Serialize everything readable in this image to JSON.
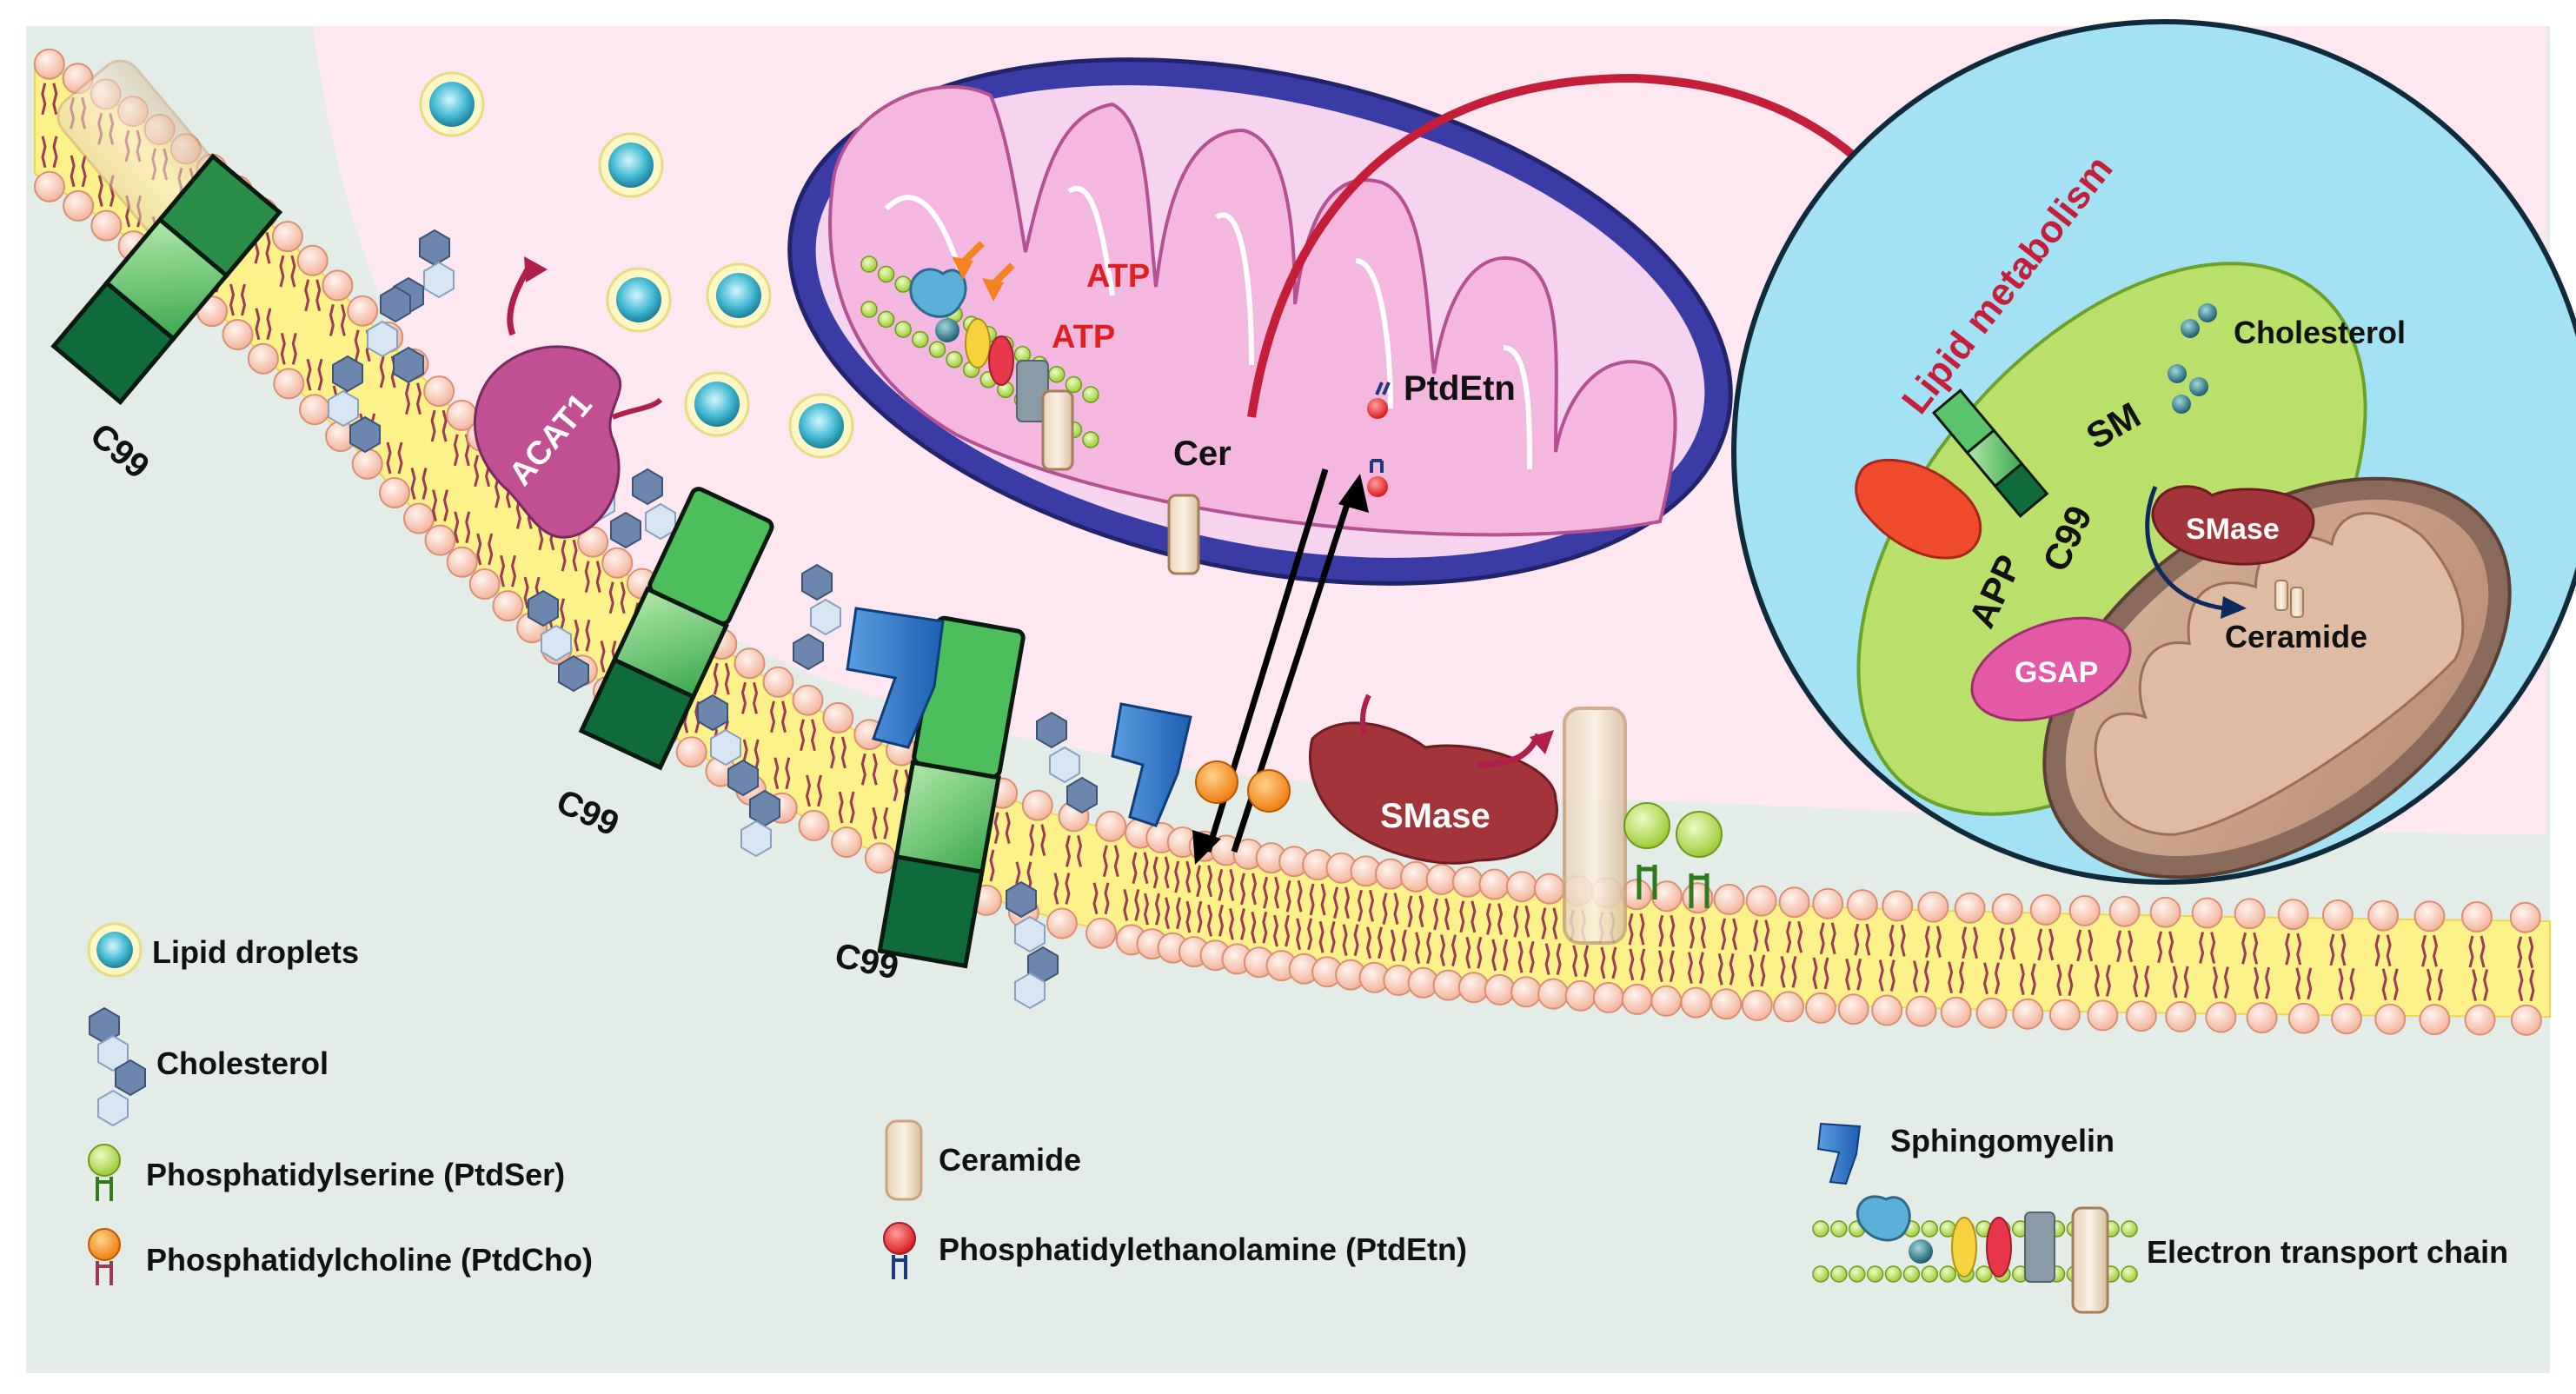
{
  "diagram": {
    "labels": {
      "c99": "C99",
      "acat1": "ACAT1",
      "atp": "ATP",
      "cer": "Cer",
      "ptdetn": "PtdEtn",
      "smase": "SMase"
    },
    "inset": {
      "title": "Lipid metabolism",
      "cholesterol": "Cholesterol",
      "sm": "SM",
      "app": "APP",
      "c99": "C99",
      "smase": "SMase",
      "ceramide": "Ceramide",
      "gsap": "GSAP"
    },
    "legend": [
      {
        "id": "lipid-droplets",
        "label": "Lipid droplets"
      },
      {
        "id": "cholesterol",
        "label": "Cholesterol"
      },
      {
        "id": "ptdser",
        "label": "Phosphatidylserine (PtdSer)"
      },
      {
        "id": "ptdcho",
        "label": "Phosphatidylcholine (PtdCho)"
      },
      {
        "id": "ceramide",
        "label": "Ceramide"
      },
      {
        "id": "ptdetn",
        "label": "Phosphatidylethanolamine (PtdEtn)"
      },
      {
        "id": "sphingomyelin",
        "label": "Sphingomyelin"
      },
      {
        "id": "etc",
        "label": "Electron transport chain"
      }
    ],
    "colors": {
      "pink_bg": "#fde8f2",
      "mint_bg": "#e3ece6",
      "membrane_core": "#fdf18a",
      "head": "#fbd2c0",
      "tail": "#9a3a55",
      "droplet": "#4fc3d9",
      "cholesterol": "#6d86ad",
      "c99_dark": "#0f6b3a",
      "c99_light": "#4cbf5a",
      "acat1": "#c04f94",
      "smase": "#a3343a",
      "mito_outer": "#3a3ba5",
      "mito_inner": "#f3b7e0",
      "inset_bg": "#a3e2f5",
      "inset_er": "#b8e06a",
      "gsap": "#e55aa6",
      "arrow_red": "#c41e3a"
    }
  }
}
